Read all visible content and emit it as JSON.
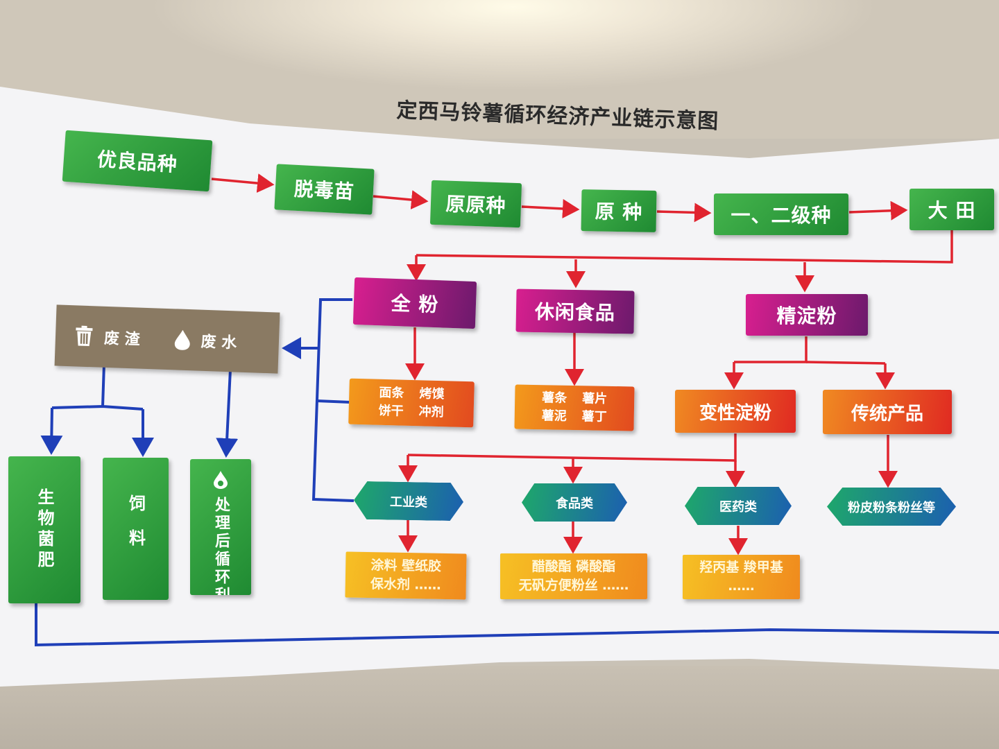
{
  "title": "定西马铃薯循环经济产业链示意图",
  "colors": {
    "arrow_red": "#e0242f",
    "arrow_blue": "#1f3fb8",
    "stage_green": "#2f9f3f",
    "category_magenta": "#b81d7e",
    "product_orange": "#ea6a1f",
    "waste_brown": "#8a7a63"
  },
  "chain": [
    {
      "label": "优良品种"
    },
    {
      "label": "脱毒苗"
    },
    {
      "label": "原原种"
    },
    {
      "label": "原 种"
    },
    {
      "label": "一、二级种"
    },
    {
      "label": "大 田"
    }
  ],
  "categories": [
    {
      "label": "全 粉"
    },
    {
      "label": "休闲食品"
    },
    {
      "label": "精淀粉"
    }
  ],
  "products": {
    "full_powder": [
      "面条",
      "烤馍",
      "饼干",
      "冲剂"
    ],
    "snack": [
      "薯条",
      "薯片",
      "薯泥",
      "薯丁"
    ],
    "modified_starch": "变性淀粉",
    "traditional": "传统产品"
  },
  "applications": [
    {
      "label": "工业类",
      "items": [
        "涂料 壁纸胶",
        "保水剂 ……"
      ]
    },
    {
      "label": "食品类",
      "items": [
        "醋酸酯 磷酸酯",
        "无矾方便粉丝 ……"
      ]
    },
    {
      "label": "医药类",
      "items": [
        "羟丙基 羧甲基",
        "……"
      ]
    },
    {
      "label": "粉皮粉条粉丝等"
    }
  ],
  "waste": {
    "residue": {
      "label": "废 渣",
      "icon": "trash-icon"
    },
    "water": {
      "label": "废 水",
      "icon": "water-drop-icon"
    }
  },
  "recycle": [
    {
      "label": "生物菌肥"
    },
    {
      "label": "饲料"
    },
    {
      "label": "处理后循环利用",
      "icon": "water-drop-icon"
    }
  ]
}
